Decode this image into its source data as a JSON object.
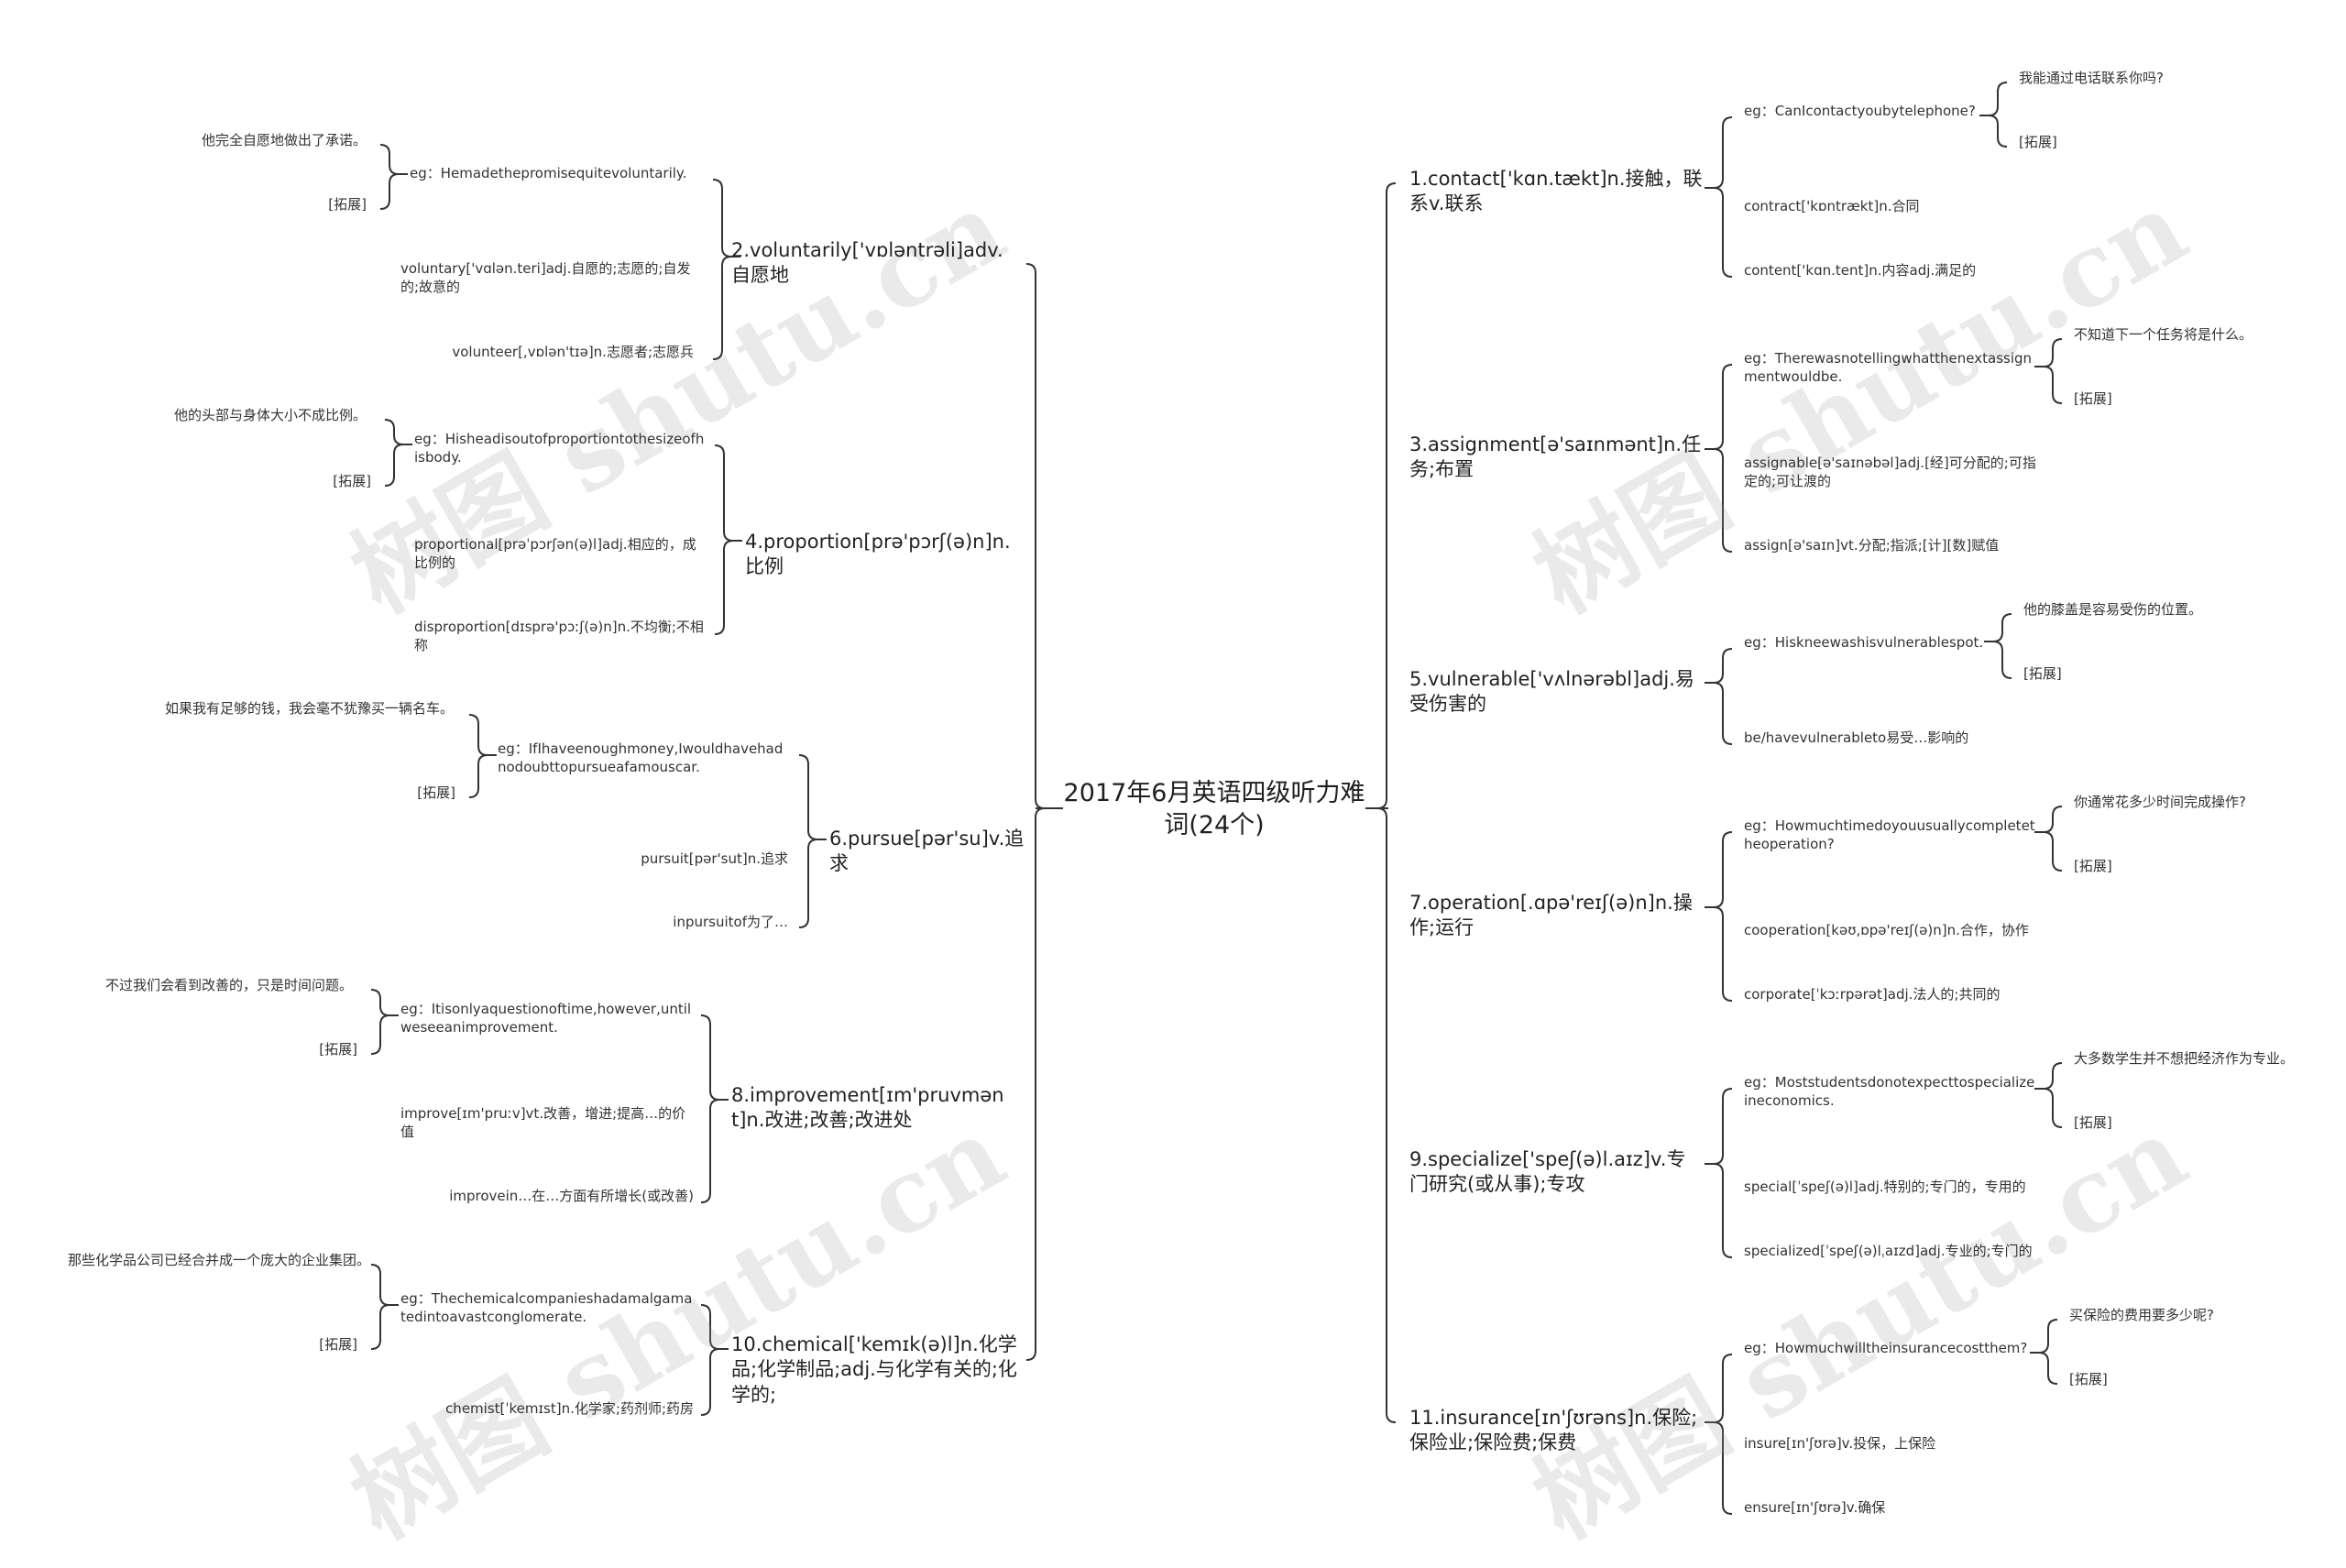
{
  "root": "2017年6月英语四级听力难词(24个)",
  "watermark": "树图 shutu.cn",
  "left": [
    {
      "label": "2.voluntarily['vɒləntrəli]adv.自愿地",
      "children": [
        {
          "label": "eg：Hemadethepromisequitevoluntarily.",
          "leaves": [
            "他完全自愿地做出了承诺。",
            "[拓展]"
          ]
        },
        {
          "label": "voluntary['vɑlən.teri]adj.自愿的;志愿的;自发的;故意的"
        },
        {
          "label": "volunteer[,vɒlən'tɪə]n.志愿者;志愿兵"
        }
      ]
    },
    {
      "label": "4.proportion[prə'pɔrʃ(ə)n]n.比例",
      "children": [
        {
          "label": "eg：Hisheadisoutofproportiontothesizeofhisbody.",
          "leaves": [
            "他的头部与身体大小不成比例。",
            "[拓展]"
          ]
        },
        {
          "label": "proportional[prəˈpɔrʃən(ə)l]adj.相应的，成比例的"
        },
        {
          "label": "disproportion[dɪsprə'pɔːʃ(ə)n]n.不均衡;不相称"
        }
      ]
    },
    {
      "label": "6.pursue[pər'su]v.追求",
      "children": [
        {
          "label": "eg：IfIhaveenoughmoney,Iwouldhavehadnodoubttopursueafamouscar.",
          "leaves": [
            "如果我有足够的钱，我会毫不犹豫买一辆名车。",
            "[拓展]"
          ]
        },
        {
          "label": "pursuit[pər'sut]n.追求"
        },
        {
          "label": "inpursuitof为了…"
        }
      ]
    },
    {
      "label": "8.improvement[ɪm'pruvmənt]n.改进;改善;改进处",
      "children": [
        {
          "label": "eg：Itisonlyaquestionoftime,however,untilweseeanimprovement.",
          "leaves": [
            "不过我们会看到改善的，只是时间问题。",
            "[拓展]"
          ]
        },
        {
          "label": "improve[ɪm'pruːv]vt.改善，增进;提高…的价值"
        },
        {
          "label": "improvein…在…方面有所增长(或改善)"
        }
      ]
    },
    {
      "label": "10.chemical['kemɪk(ə)l]n.化学品;化学制品;adj.与化学有关的;化学的;",
      "children": [
        {
          "label": "eg：Thechemicalcompanieshadamalgamatedintoavastconglomerate.",
          "leaves": [
            "那些化学品公司已经合并成一个庞大的企业集团。",
            "[拓展]"
          ]
        },
        {
          "label": "chemist[ˈkemɪst]n.化学家;药剂师;药房"
        }
      ]
    }
  ],
  "right": [
    {
      "label": "1.contact['kɑn.tækt]n.接触，联系v.联系",
      "children": [
        {
          "label": "eg：CanIcontactyoubytelephone?",
          "leaves": [
            "我能通过电话联系你吗?",
            "[拓展]"
          ]
        },
        {
          "label": "contract['kɒntrækt]n.合同"
        },
        {
          "label": "content['kɑn.tent]n.内容adj.满足的"
        }
      ]
    },
    {
      "label": "3.assignment[ə'saɪnmənt]n.任务;布置",
      "children": [
        {
          "label": "eg：Therewasnotellingwhatthenextassignmentwouldbe.",
          "leaves": [
            "不知道下一个任务将是什么。",
            "[拓展]"
          ]
        },
        {
          "label": "assignable[ə'saɪnəbəl]adj.[经]可分配的;可指定的;可让渡的"
        },
        {
          "label": "assign[ə'saɪn]vt.分配;指派;[计][数]赋值"
        }
      ]
    },
    {
      "label": "5.vulnerable['vʌlnərəbl]adj.易受伤害的",
      "children": [
        {
          "label": "eg：Hiskneewashisvulnerablespot.",
          "leaves": [
            "他的膝盖是容易受伤的位置。",
            "[拓展]"
          ]
        },
        {
          "label": "be/havevulnerableto易受…影响的"
        }
      ]
    },
    {
      "label": "7.operation[.ɑpə'reɪʃ(ə)n]n.操作;运行",
      "children": [
        {
          "label": "eg：Howmuchtimedoyouusuallycompletetheoperation?",
          "leaves": [
            "你通常花多少时间完成操作?",
            "[拓展]"
          ]
        },
        {
          "label": "cooperation[kəʊ,ɒpə'reɪʃ(ə)n]n.合作，协作"
        },
        {
          "label": "corporate[ˈkɔːrpərət]adj.法人的;共同的"
        }
      ]
    },
    {
      "label": "9.specialize['speʃ(ə)l.aɪz]v.专门研究(或从事);专攻",
      "children": [
        {
          "label": "eg：Moststudentsdonotexpecttospecializeineconomics.",
          "leaves": [
            "大多数学生并不想把经济作为专业。",
            "[拓展]"
          ]
        },
        {
          "label": "special[ˈspeʃ(ə)l]adj.特别的;专门的，专用的"
        },
        {
          "label": "specialized[ˈspeʃ(ə)lˌaɪzd]adj.专业的;专门的"
        }
      ]
    },
    {
      "label": "11.insurance[ɪn'ʃʊrəns]n.保险;保险业;保险费;保费",
      "children": [
        {
          "label": "eg：Howmuchwilltheinsurancecostthem?",
          "leaves": [
            "买保险的费用要多少呢?",
            "[拓展]"
          ]
        },
        {
          "label": "insure[ɪn'ʃʊrə]v.投保，上保险"
        },
        {
          "label": "ensure[ɪn'ʃʊrə]v.确保"
        }
      ]
    }
  ]
}
